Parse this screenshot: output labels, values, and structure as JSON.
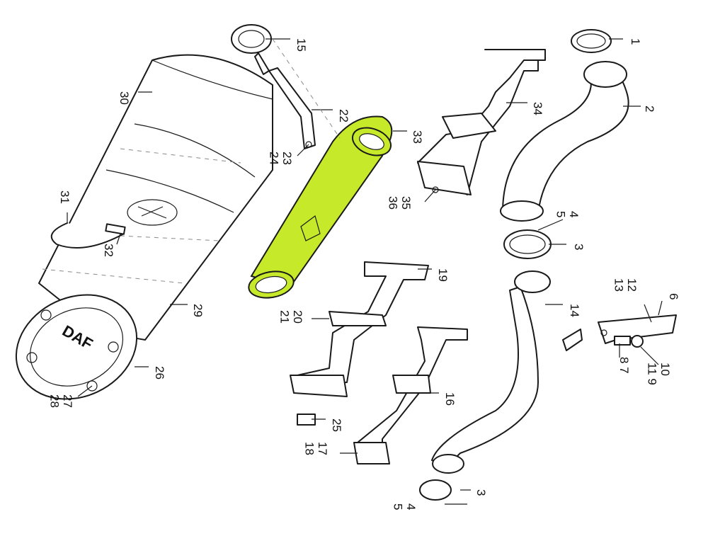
{
  "colors": {
    "highlight": "#c6ea2a",
    "line": "#1a1a1a",
    "background": "#ffffff"
  },
  "logo": "DAF",
  "callouts": {
    "c1": "1",
    "c2": "2",
    "c3a": "3",
    "c45a": "4\n5",
    "c3b": "3",
    "c45b": "4\n5",
    "c6": "6",
    "c78": "8 7",
    "c91011": "10\n11 9",
    "c1213": "12\n13",
    "c14": "14",
    "c15": "15",
    "c16": "16",
    "c1718": "17\n18",
    "c19": "19",
    "c2021": "20\n21",
    "c22": "22",
    "c2324": "23\n24",
    "c25": "25",
    "c26": "26",
    "c2728": "27\n28",
    "c29": "29",
    "c30": "30",
    "c31": "31",
    "c32": "32",
    "c33": "33",
    "c34": "34",
    "c3536": "35\n36"
  }
}
